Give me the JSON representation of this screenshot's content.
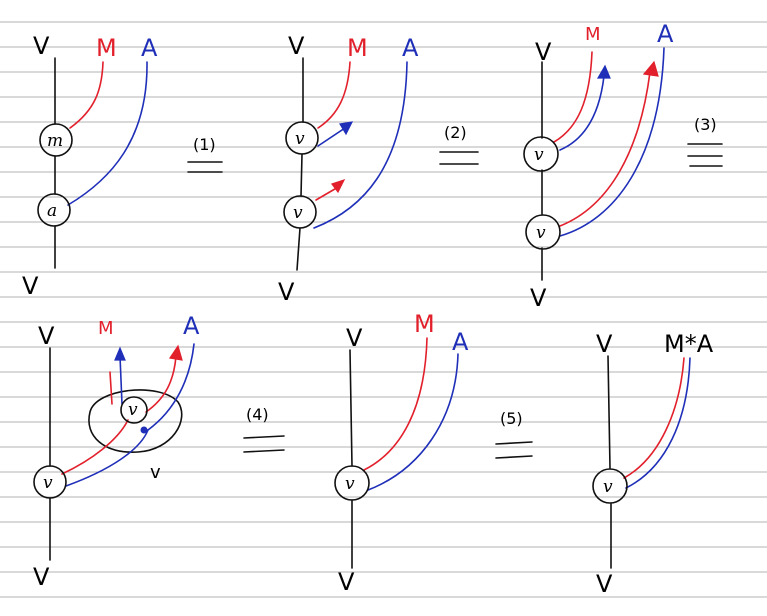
{
  "diagram": {
    "labels": {
      "v": "V",
      "m": "M",
      "a": "A",
      "ma": "M*A",
      "node_m": "m",
      "node_a": "a",
      "node_v": "v"
    },
    "steps": [
      "(1)",
      "(2)",
      "(3)",
      "(4)",
      "(5)"
    ],
    "colors": {
      "ink": "#111111",
      "m_strand": "#e2202c",
      "a_strand": "#1f2fb8",
      "ruling": "#9a9a9a"
    }
  }
}
